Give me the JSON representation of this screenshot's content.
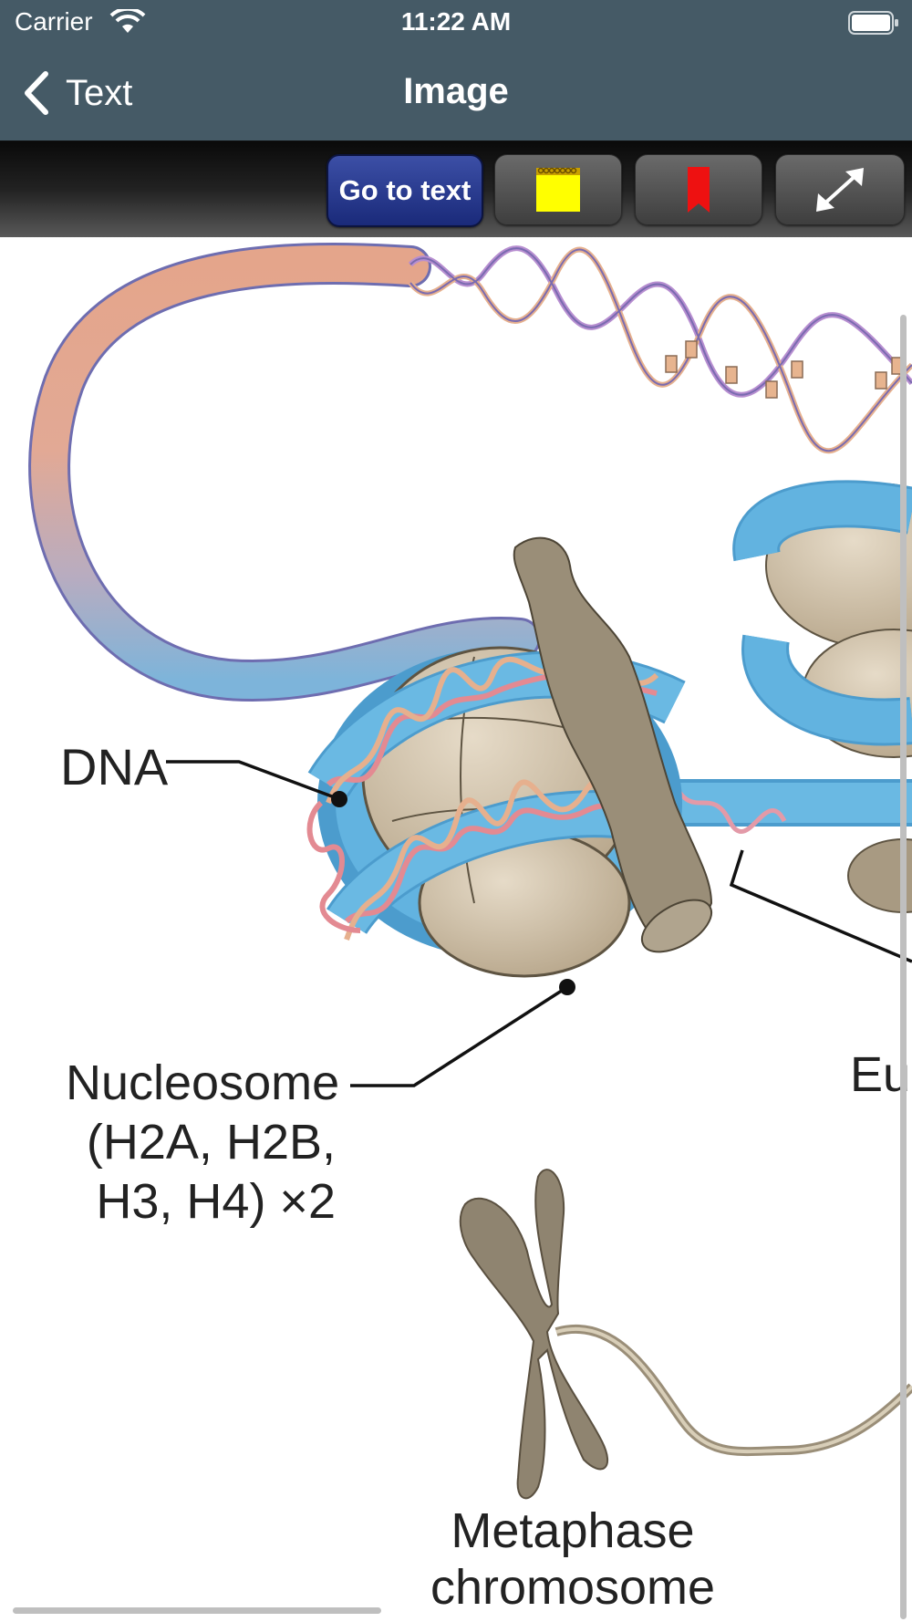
{
  "status_bar": {
    "carrier": "Carrier",
    "time": "11:22 AM"
  },
  "nav": {
    "back_label": "Text",
    "title": "Image"
  },
  "toolbar": {
    "go_to_text_label": "Go to text",
    "note_icon": "note-icon",
    "bookmark_icon": "bookmark-icon",
    "expand_icon": "expand-arrows-icon"
  },
  "figure": {
    "label_dna": "DNA",
    "label_nucleosome": [
      "Nucleosome",
      "(H2A, H2B,",
      "H3, H4) ×2"
    ],
    "label_euchromatin_partial": "Euc",
    "label_metaphase": [
      "Metaphase",
      "chromosome"
    ]
  },
  "colors": {
    "nav_background": "#455a66",
    "dna_blue": "#5aaedc",
    "histone_beige": "#d2c4ad",
    "linker_protein": "#9a8e78"
  }
}
